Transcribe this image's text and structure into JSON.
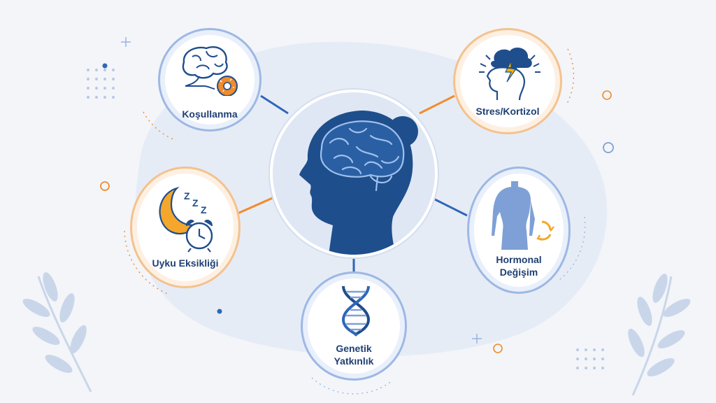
{
  "center": {
    "icon": "head-brain-silhouette-icon"
  },
  "nodes": [
    {
      "id": "kosullanma",
      "label_lines": [
        "Koşullanma"
      ],
      "icon": "brain-donut-icon",
      "color": "#9db8e3"
    },
    {
      "id": "stres",
      "label_lines": [
        "Stres/Kortizol"
      ],
      "icon": "stress-head-storm-icon",
      "color": "#f3c28f"
    },
    {
      "id": "uyku",
      "label_lines": [
        "Uyku Eksikliği"
      ],
      "icon": "moon-alarm-clock-icon",
      "color": "#f3c28f"
    },
    {
      "id": "hormonal",
      "label_lines": [
        "Hormonal",
        "Değişim"
      ],
      "icon": "body-cycle-icon",
      "color": "#9db8e3"
    },
    {
      "id": "genetik",
      "label_lines": [
        "Genetik",
        "Yatkınlık"
      ],
      "icon": "dna-icon",
      "color": "#9db8e3"
    }
  ],
  "colors": {
    "navy": "#1f4e8c",
    "orange": "#f08c2b",
    "blue_line": "#2f66b8",
    "label": "#1f3f73"
  }
}
